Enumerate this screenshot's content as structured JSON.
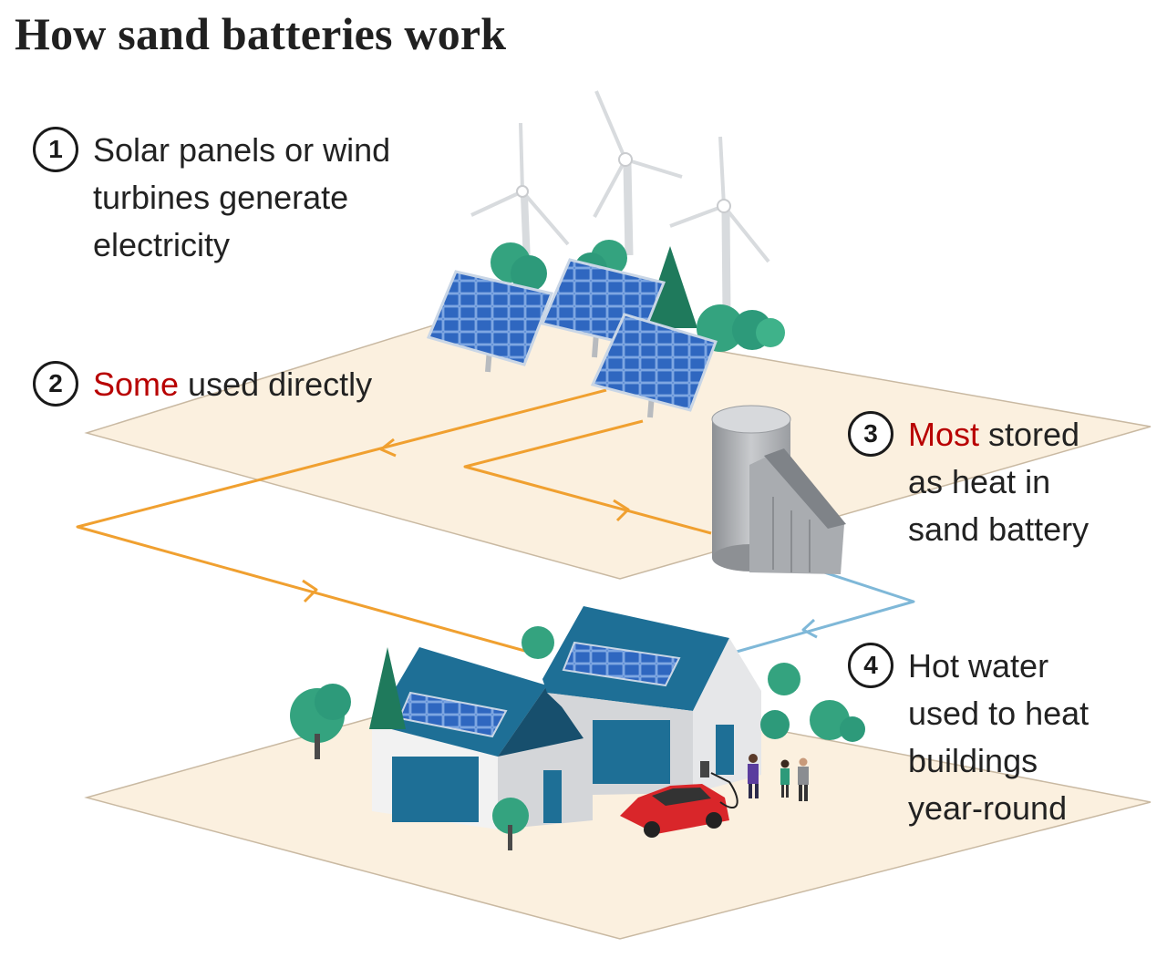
{
  "title": "How sand batteries work",
  "steps": [
    {
      "number": "1",
      "lines": [
        "Solar panels or wind",
        "turbines generate",
        "electricity"
      ]
    },
    {
      "number": "2",
      "highlight": "Some",
      "rest": " used directly"
    },
    {
      "number": "3",
      "highlight": "Most",
      "rest": " stored",
      "lines": [
        "as heat in",
        "sand battery"
      ]
    },
    {
      "number": "4",
      "lines": [
        "Hot water",
        "used to heat",
        "buildings",
        "year-round"
      ]
    }
  ],
  "colors": {
    "ground": "#fbf0df",
    "electric_flow": "#f0a030",
    "heat_flow": "#7fb8d8",
    "highlight": "#b80000",
    "panel": "#2f67c0",
    "roof": "#1e6f96",
    "tree": "#2d9a7a",
    "car": "#d9262a"
  },
  "icons": [
    "wind-turbine-icon",
    "solar-panel-icon",
    "tree-icon",
    "sand-battery-icon",
    "house-icon",
    "car-icon",
    "person-icon"
  ]
}
